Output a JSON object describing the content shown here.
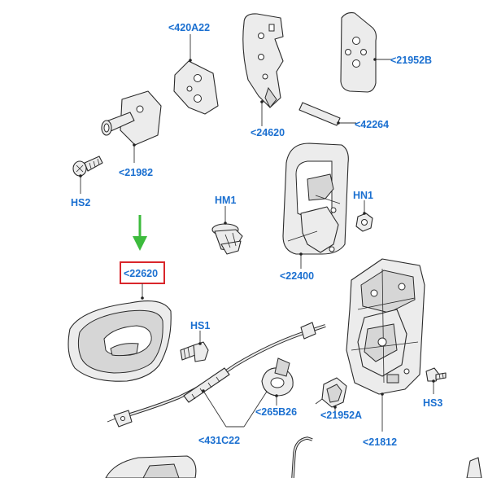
{
  "labels": {
    "l420A22": "<420A22",
    "l21952B": "<21952B",
    "l24620": "<24620",
    "l42264": "<42264",
    "l21982": "<21982",
    "hs2": "HS2",
    "hm1": "HM1",
    "hn1": "HN1",
    "l22620": "<22620",
    "l22400": "<22400",
    "hs1": "HS1",
    "l265B26": "<265B26",
    "l21952A": "<21952A",
    "hs3": "HS3",
    "l431C22": "<431C22",
    "l21812": "<21812"
  },
  "colors": {
    "label": "#1a6fd0",
    "highlight_box": "#d9262b",
    "arrow": "#3dbb3d",
    "line_art": "#2a2a2a"
  },
  "highlighted_part": "<22620"
}
